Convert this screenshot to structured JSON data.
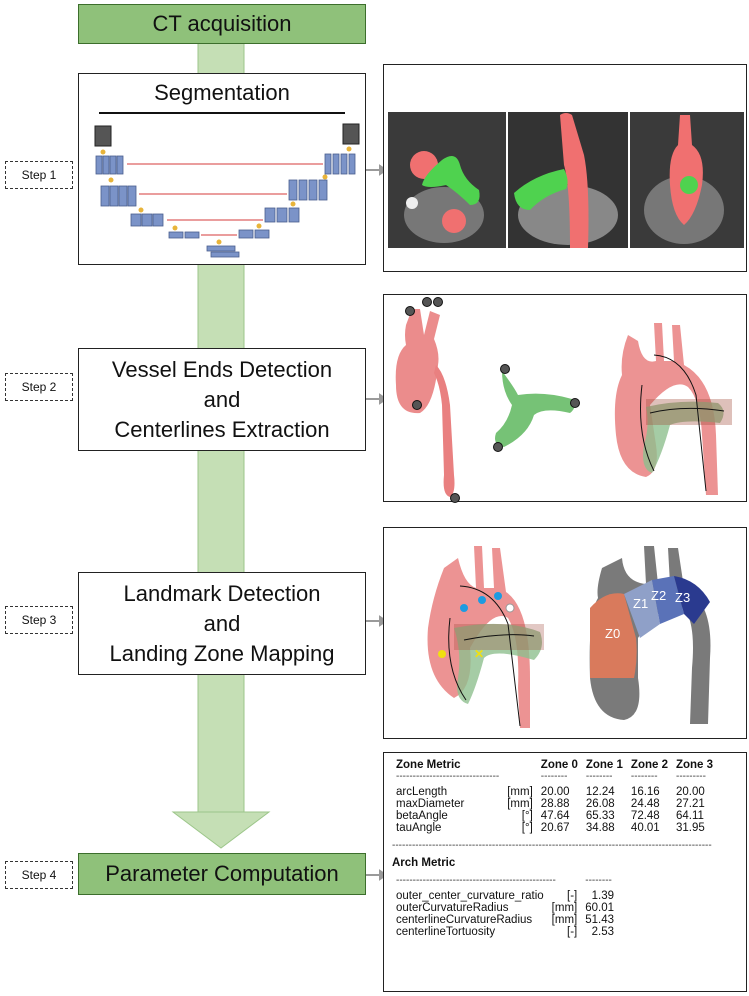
{
  "steps": {
    "acquisition": "CT acquisition",
    "segmentation": "Segmentation",
    "vessel": [
      "Vessel Ends Detection",
      "and",
      "Centerlines Extraction"
    ],
    "landmark": [
      "Landmark Detection",
      "and",
      "Landing Zone Mapping"
    ],
    "parameter": "Parameter Computation",
    "labels": [
      "Step 1",
      "Step 2",
      "Step 3",
      "Step 4"
    ]
  },
  "zones": [
    "Z0",
    "Z1",
    "Z2",
    "Z3"
  ],
  "zone_table": {
    "headers": [
      "Zone Metric",
      "Zone 0",
      "Zone 1",
      "Zone 2",
      "Zone 3"
    ],
    "rows": [
      {
        "name": "arcLength",
        "unit": "[mm]",
        "values": [
          "20.00",
          "12.24",
          "16.16",
          "20.00"
        ]
      },
      {
        "name": "maxDiameter",
        "unit": "[mm]",
        "values": [
          "28.88",
          "26.08",
          "24.48",
          "27.21"
        ]
      },
      {
        "name": "betaAngle",
        "unit": "[°]",
        "values": [
          "47.64",
          "65.33",
          "72.48",
          "64.11"
        ]
      },
      {
        "name": "tauAngle",
        "unit": "[°]",
        "values": [
          "20.67",
          "34.88",
          "40.01",
          "31.95"
        ]
      }
    ]
  },
  "arch_table": {
    "header": "Arch Metric",
    "rows": [
      {
        "name": "outer_center_curvature_ratio",
        "unit": "[-]",
        "value": "1.39"
      },
      {
        "name": "outerCurvatureRadius",
        "unit": "[mm]",
        "value": "60.01"
      },
      {
        "name": "centerlineCurvatureRadius",
        "unit": "[mm]",
        "value": "51.43"
      },
      {
        "name": "centerlineTortuosity",
        "unit": "[-]",
        "value": "2.53"
      }
    ]
  },
  "colors": {
    "green_box": "#8fc17a",
    "arrow": "#c5dfb5",
    "aorta": "#e06b6b",
    "pulmonary": "#4caf50",
    "z0": "#d97a5c",
    "z1": "#8fa0c8",
    "z2": "#5a72b8",
    "z3": "#2a3a8f"
  }
}
